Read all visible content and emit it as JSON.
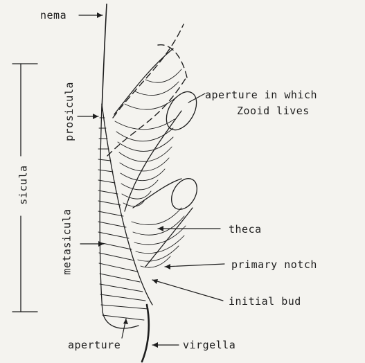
{
  "labels": {
    "nema": "nema",
    "aperture_zooid_line1": "aperture in which",
    "aperture_zooid_line2": "Zooid lives",
    "prosicula": "prosicula",
    "sicula": "sicula",
    "metasicula": "metasicula",
    "theca": "theca",
    "primary_notch": "primary notch",
    "initial_bud": "initial bud",
    "aperture": "aperture",
    "virgella": "virgella"
  },
  "colors": {
    "background": "#f4f3ef",
    "ink": "#1e1e1e",
    "stipple": "#3a3a3a"
  }
}
